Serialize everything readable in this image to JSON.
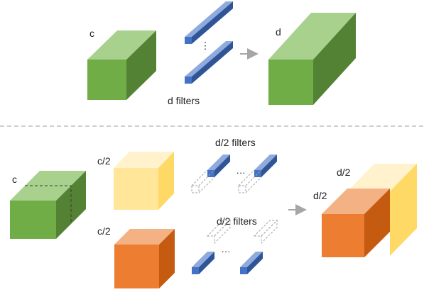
{
  "top": {
    "input_label": "c",
    "output_label": "d",
    "filters_label": "d filters",
    "dots": "⋮"
  },
  "bottom": {
    "input_label": "c",
    "half_label_upper": "c/2",
    "half_label_lower": "c/2",
    "filters_label_upper": "d/2 filters",
    "filters_label_lower": "d/2 filters",
    "dots_upper": "···",
    "dots_lower": "···",
    "output_label_top": "d/2",
    "output_label_front": "d/2"
  },
  "colors": {
    "green": "#70ad47",
    "yellow": "#ffe699",
    "orange": "#ed7d31",
    "blue": "#4472c4",
    "divider": "#bfbfbf",
    "arrow": "#a6a6a6"
  }
}
